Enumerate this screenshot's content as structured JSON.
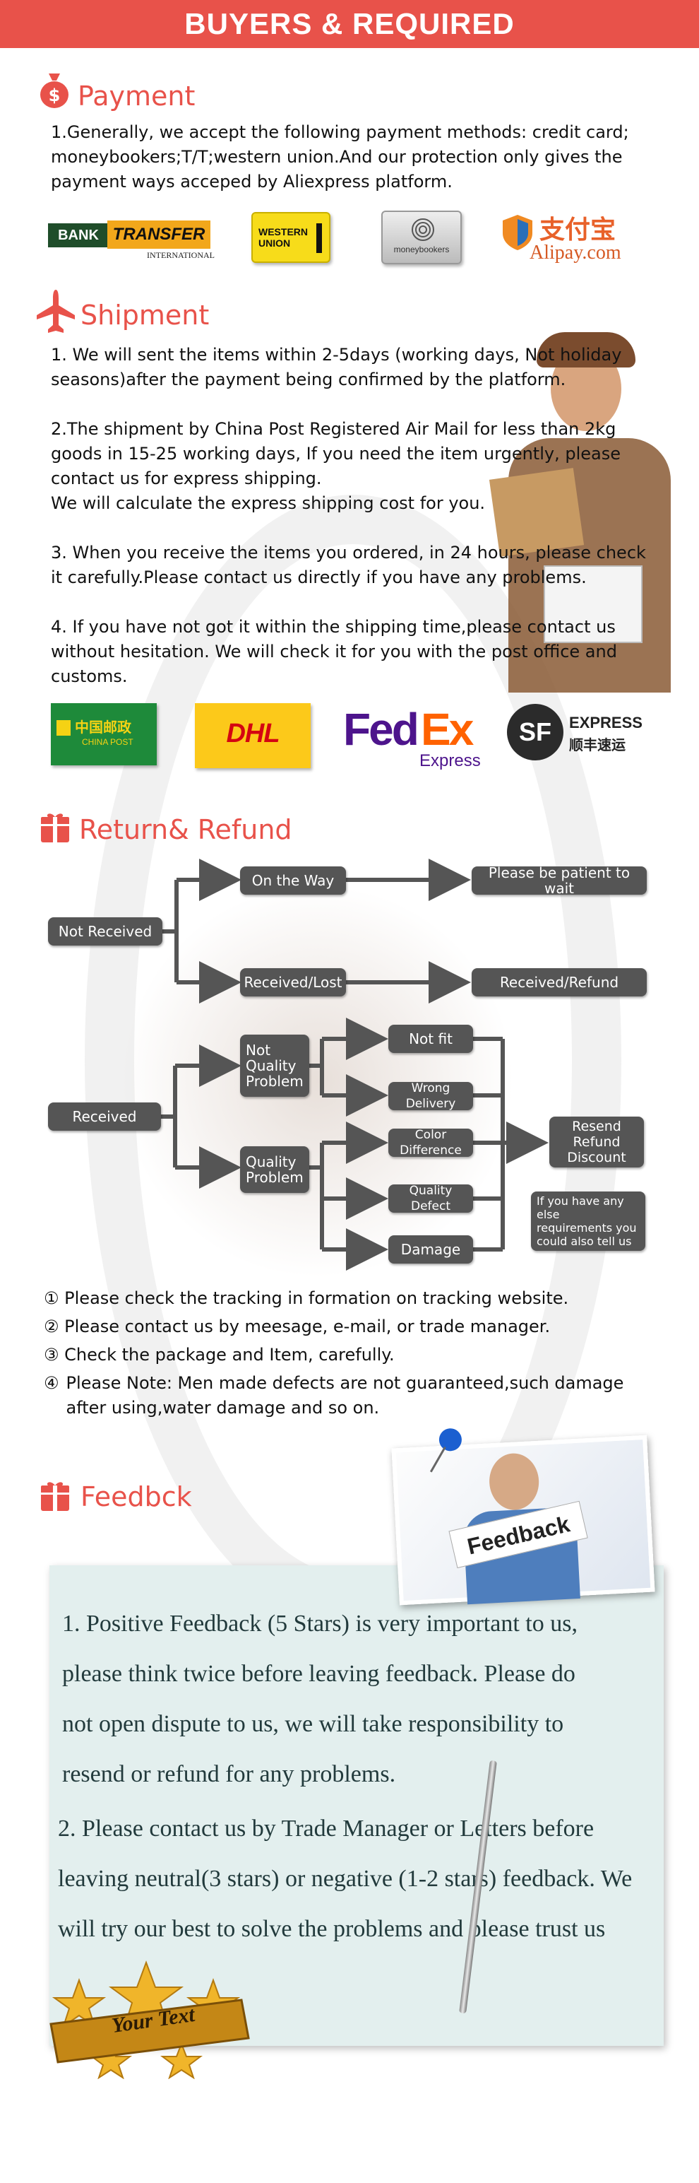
{
  "banner": {
    "title": "BUYERS & REQUIRED"
  },
  "colors": {
    "accent": "#e8524a",
    "node": "#555555",
    "feedback_bg": "#e3efee"
  },
  "payment": {
    "title": "Payment",
    "icon": "money-bag-icon",
    "text": "1.Generally, we accept the following payment methods: credit card;\nmoneybookers;T/T;western union.And our protection only gives the\npayment ways acceped by Aliexpress platform.",
    "logos": {
      "bank_transfer": {
        "word1": "BANK",
        "word2": "TRANSFER",
        "sub": "INTERNATIONAL"
      },
      "western_union": {
        "line1": "WESTERN",
        "line2": "UNION"
      },
      "moneybookers": {
        "label": "moneybookers"
      },
      "alipay": {
        "cn": "支付宝",
        "en": "Alipay.com"
      }
    }
  },
  "shipment": {
    "title": "Shipment",
    "icon": "airplane-icon",
    "paragraphs": [
      "1. We will sent the items within 2-5days (working days, Not holiday\nseasons)after the payment being confirmed by the platform.",
      "2.The shipment by China Post Registered Air Mail for less than  2kg\ngoods in 15-25 working days, If  you need the item urgently, please\ncontact us for express shipping.\nWe will calculate the express shipping cost for you.",
      "3. When you receive the items you ordered, in 24 hours, please check\n it carefully.Please contact us directly if you have any problems.",
      "4. If you have not got it within the shipping time,please contact us\nwithout hesitation. We will check it for you with the post office and\ncustoms."
    ],
    "logos": {
      "china_post": {
        "cn": "中国邮政",
        "en": "CHINA POST"
      },
      "dhl": {
        "label": "DHL"
      },
      "fedex": {
        "fed": "Fed",
        "ex": "Ex",
        "sub": "Express"
      },
      "sf": {
        "badge": "SF",
        "en": "EXPRESS",
        "cn": "顺丰速运"
      }
    }
  },
  "refund": {
    "title": "Return& Refund",
    "icon": "gift-box-icon",
    "nodes": {
      "not_received": "Not Received",
      "on_the_way": "On the Way",
      "be_patient": "Please be patient to wait",
      "received_lost": "Received/Lost",
      "received_refund": "Received/Refund",
      "received": "Received",
      "not_quality": "Not\nQuality\nProblem",
      "quality": "Quality\nProblem",
      "not_fit": "Not fit",
      "wrong_delivery": "Wrong Delivery",
      "color_difference": "Color Difference",
      "quality_defect": "Quality Defect",
      "damage": "Damage",
      "resend": "Resend\nRefund\nDiscount",
      "else": "If you have any else\nrequirements you\ncould also tell us"
    },
    "notes": [
      {
        "num": "①",
        "text": "Please check the tracking in formation on tracking website."
      },
      {
        "num": "②",
        "text": "Please contact us by meesage, e-mail, or trade manager."
      },
      {
        "num": "③",
        "text": "Check the package and Item, carefully."
      },
      {
        "num": "④",
        "text": "Please Note: Men made defects  are not guaranteed,such damage\nafter using,water damage and so on."
      }
    ]
  },
  "feedback": {
    "title": "Feedbck",
    "icon": "gift-box-icon",
    "sign": "Feedback",
    "p1": "1. Positive Feedback (5 Stars) is very important to us,\nplease think twice before leaving feedback. Please do\nnot open dispute to us,   we will take responsibility to\nresend or refund for any problems.",
    "p2": "2. Please contact us by Trade Manager or Letters before\nleaving neutral(3 stars) or negative (1-2 stars) feedback. We\nwill try our best to solve the problems and please trust us",
    "badge": "Your Text"
  }
}
